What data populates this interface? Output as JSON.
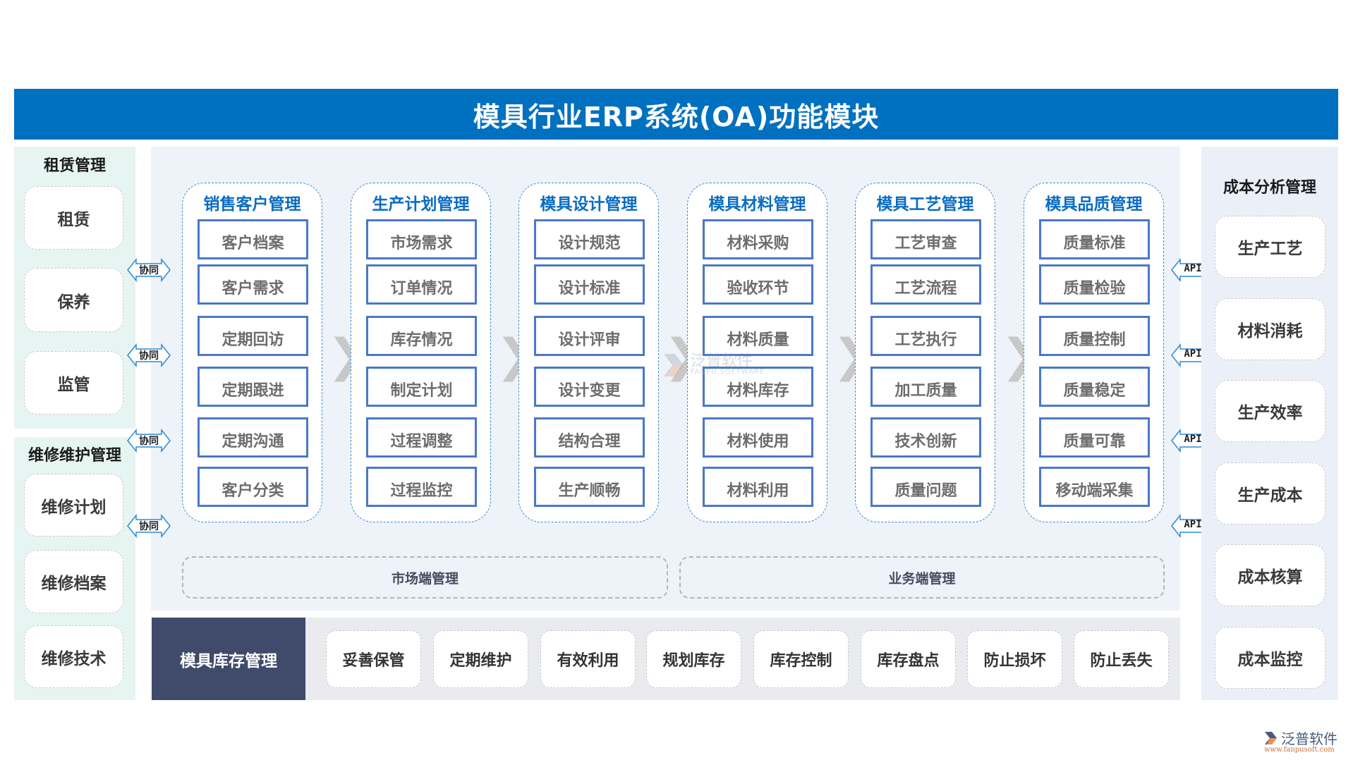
{
  "title": "模具行业ERP系统(OA)功能模块",
  "left": {
    "rental": {
      "title": "租赁管理",
      "items": [
        "租赁",
        "保养",
        "监管"
      ]
    },
    "maintenance": {
      "title": "维修维护管理",
      "items": [
        "维修计划",
        "维修档案",
        "维修技术"
      ]
    },
    "connector_label": "协同"
  },
  "columns": [
    {
      "title": "销售客户管理",
      "items": [
        "客户档案",
        "客户需求",
        "定期回访",
        "定期跟进",
        "定期沟通",
        "客户分类"
      ]
    },
    {
      "title": "生产计划管理",
      "items": [
        "市场需求",
        "订单情况",
        "库存情况",
        "制定计划",
        "过程调整",
        "过程监控"
      ]
    },
    {
      "title": "模具设计管理",
      "items": [
        "设计规范",
        "设计标准",
        "设计评审",
        "设计变更",
        "结构合理",
        "生产顺畅"
      ]
    },
    {
      "title": "模具材料管理",
      "items": [
        "材料采购",
        "验收环节",
        "材料质量",
        "材料库存",
        "材料使用",
        "材料利用"
      ]
    },
    {
      "title": "模具工艺管理",
      "items": [
        "工艺审查",
        "工艺流程",
        "工艺执行",
        "加工质量",
        "技术创新",
        "质量问题"
      ]
    },
    {
      "title": "模具品质管理",
      "items": [
        "质量标准",
        "质量检验",
        "质量控制",
        "质量稳定",
        "质量可靠",
        "移动端采集"
      ]
    }
  ],
  "groups": {
    "market": "市场端管理",
    "business": "业务端管理"
  },
  "inventory": {
    "title": "模具库存管理",
    "items": [
      "妥善保管",
      "定期维护",
      "有效利用",
      "规划库存",
      "库存控制",
      "库存盘点",
      "防止损坏",
      "防止丢失"
    ]
  },
  "right": {
    "title": "成本分析管理",
    "items": [
      "生产工艺",
      "材料消耗",
      "生产效率",
      "生产成本",
      "成本核算",
      "成本监控"
    ],
    "connector_label": "API"
  },
  "watermark": {
    "name": "泛普软件",
    "sub": "FANPU SOFTWARE"
  },
  "logo": {
    "name": "泛普软件",
    "url_text": "www.fanpusoft.com"
  },
  "colors": {
    "title_bar": "#0070c0",
    "column_title": "#0a6cc2",
    "item_border": "#4a78c8",
    "inventory_label": "#404b6b",
    "left_panel": "#e6f5f2",
    "main_panel": "#eef2f9",
    "right_panel": "#ebf0f8"
  }
}
